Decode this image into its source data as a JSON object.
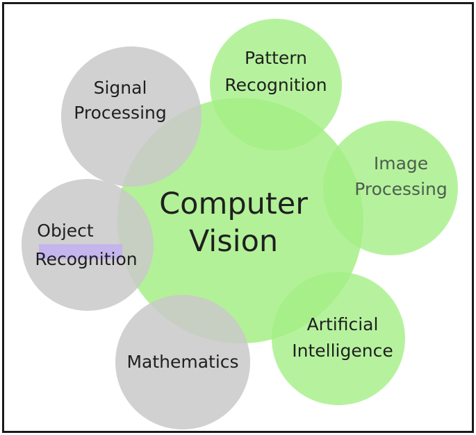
{
  "diagram": {
    "center": {
      "line1": "Computer",
      "line2": "Vision",
      "color": "#a4ef86"
    },
    "nodes": [
      {
        "id": "signal-processing",
        "line1": "Signal",
        "line2": "Processing",
        "color": "#c9c9c9"
      },
      {
        "id": "pattern-recognition",
        "line1": "Pattern",
        "line2": "Recognition",
        "color": "#a4ef86"
      },
      {
        "id": "image-processing",
        "line1": "Image",
        "line2": "Processing",
        "color": "#a4ef86"
      },
      {
        "id": "artificial-intelligence",
        "line1": "Artificial",
        "line2": "Intelligence",
        "color": "#a4ef86"
      },
      {
        "id": "mathematics",
        "line1": "Mathematics",
        "line2": "",
        "color": "#c9c9c9"
      },
      {
        "id": "object-recognition",
        "line1": "Object",
        "line2": "Recognition",
        "color": "#c9c9c9"
      }
    ],
    "highlight_color": "#c4b5ec"
  }
}
